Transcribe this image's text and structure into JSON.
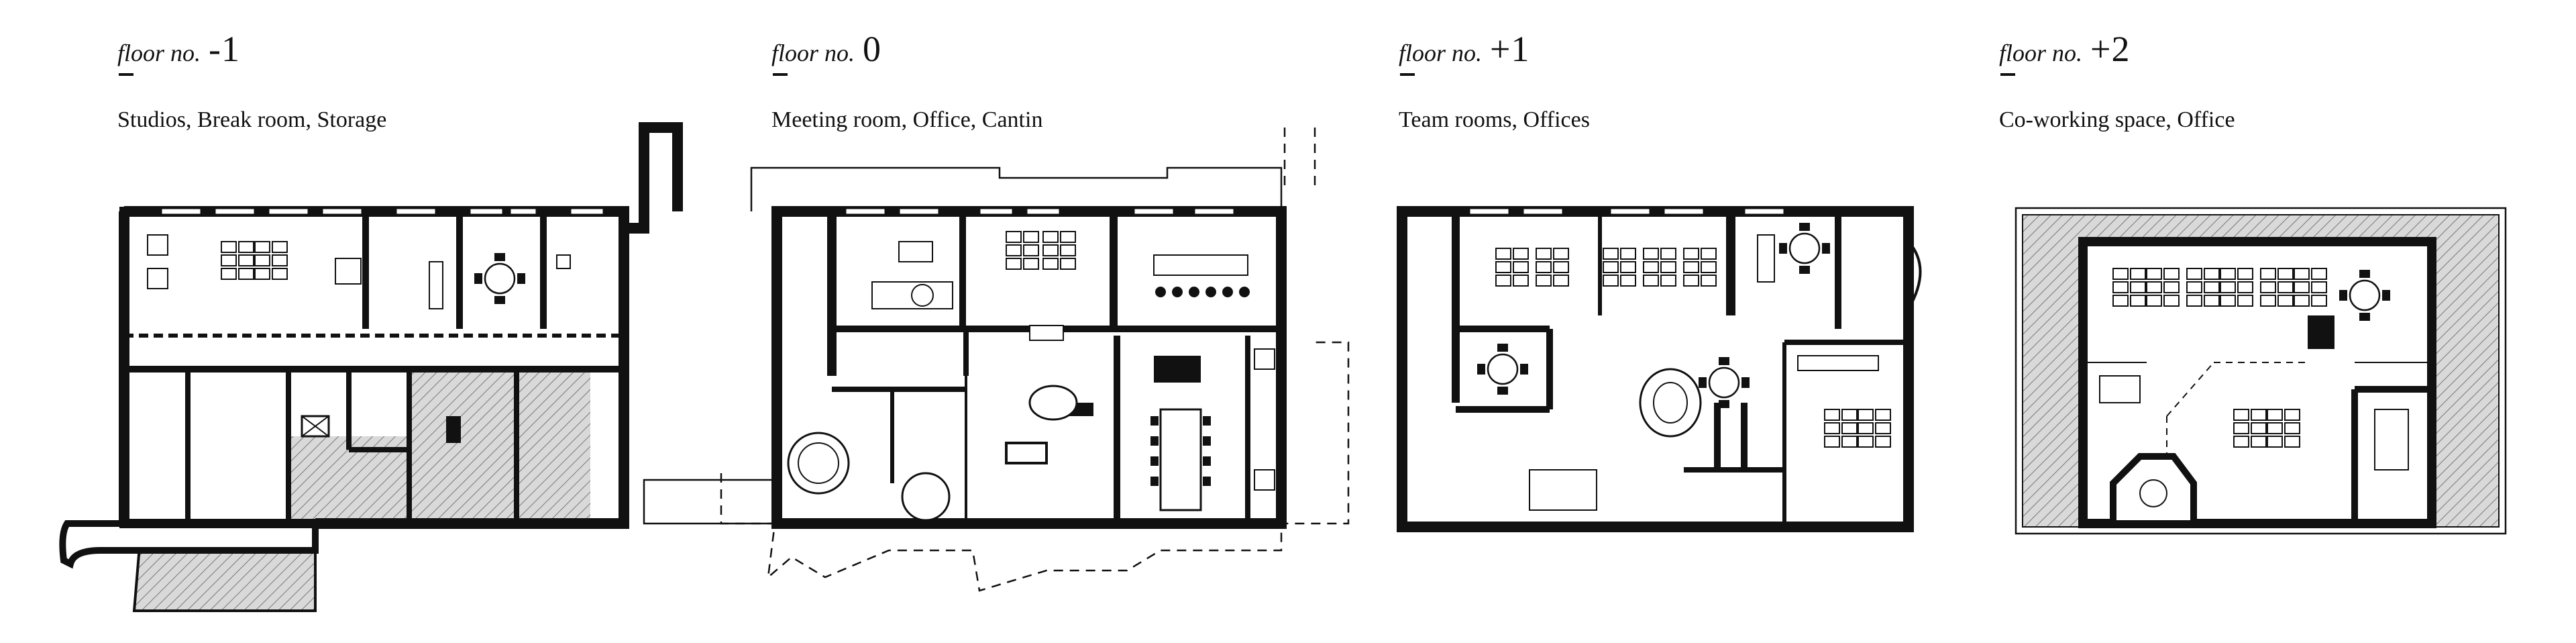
{
  "floors": [
    {
      "label": "floor no.",
      "number": "-1",
      "rooms": "Studios, Break room, Storage"
    },
    {
      "label": "floor no.",
      "number": "0",
      "rooms": "Meeting room, Office, Cantin"
    },
    {
      "label": "floor no.",
      "number": "+1",
      "rooms": "Team rooms, Offices"
    },
    {
      "label": "floor no.",
      "number": "+2",
      "rooms": "Co-working space, Office"
    }
  ]
}
